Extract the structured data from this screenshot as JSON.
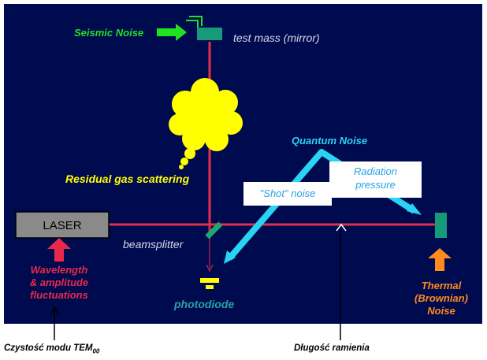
{
  "labels": {
    "seismic_noise": "Seismic Noise",
    "test_mass": "test mass (mirror)",
    "residual_gas": "Residual gas scattering",
    "quantum_noise": "Quantum Noise",
    "shot_noise": "\"Shot\" noise",
    "radiation_pressure_line1": "Radiation",
    "radiation_pressure_line2": "pressure",
    "laser": "LASER",
    "beamsplitter": "beamsplitter",
    "wavelength_line1": "Wavelength",
    "wavelength_line2": "& amplitude",
    "wavelength_line3": "fluctuations",
    "photodiode": "photodiode",
    "thermal_line1": "Thermal",
    "thermal_line2": "(Brownian)",
    "thermal_line3": "Noise"
  },
  "captions": {
    "tem_prefix": "Czystość modu TEM",
    "tem_subscript": "00",
    "arm_length": "Długość ramienia"
  },
  "colors": {
    "background": "#000a4f",
    "beam": "#e0304a",
    "seismic": "#22e022",
    "mirror": "#159a7a",
    "gas_cloud": "#ffff00",
    "quantum": "#29d3f3",
    "laser_box": "#8a8a8a",
    "wavelength_arrow": "#e82a4a",
    "thermal_arrow": "#ff8a1e",
    "text_light": "#d8d8e8",
    "beamsplitter": "#1ea870"
  }
}
